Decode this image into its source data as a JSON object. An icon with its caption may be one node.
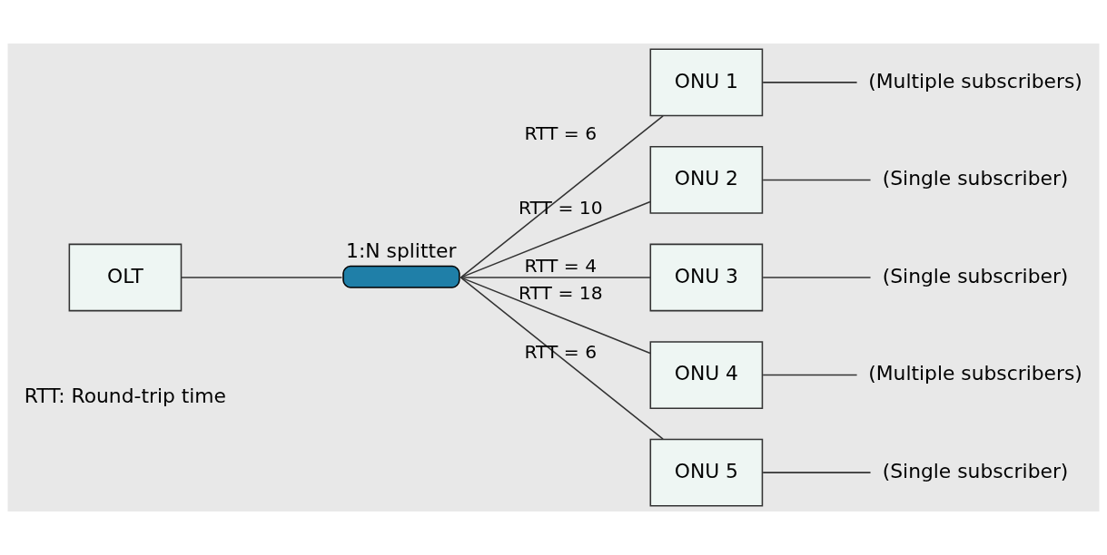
{
  "diagram": {
    "nodes": [
      {
        "text": [
          "OLT"
        ]
      },
      {
        "text": [],
        "shape": "capsule",
        "beside": [
          "1:N splitter"
        ]
      },
      {
        "text": [
          "ONU 1"
        ]
      },
      {
        "text": [
          "ONU 2"
        ]
      },
      {
        "text": [
          "ONU 3"
        ]
      },
      {
        "text": [
          "ONU 4"
        ]
      },
      {
        "text": [
          "ONU 5"
        ]
      },
      {
        "text": [
          "(Multiple subscribers)"
        ]
      },
      {
        "text": [
          "(Single subscriber)"
        ]
      },
      {
        "text": [
          "(Single subscriber)"
        ]
      },
      {
        "text": [
          "(Multiple subscribers)"
        ]
      },
      {
        "text": [
          "(Single subscriber)"
        ]
      }
    ],
    "edges": [
      {
        "from": 0,
        "to": 1,
        "arrow": "none"
      },
      {
        "from": 1,
        "to": 2,
        "arrow": "none",
        "label": "RTT = 6"
      },
      {
        "from": 1,
        "to": 3,
        "arrow": "none",
        "label": "RTT = 10"
      },
      {
        "from": 1,
        "to": 4,
        "arrow": "none",
        "label": "RTT = 4"
      },
      {
        "from": 1,
        "to": 5,
        "arrow": "none",
        "label": "RTT = 18"
      },
      {
        "from": 1,
        "to": 6,
        "arrow": "none",
        "label": "RTT = 6"
      },
      {
        "from": 2,
        "to": 7,
        "arrow": "none"
      },
      {
        "from": 3,
        "to": 8,
        "arrow": "none"
      },
      {
        "from": 4,
        "to": 9,
        "arrow": "none"
      },
      {
        "from": 5,
        "to": 10,
        "arrow": "none"
      },
      {
        "from": 6,
        "to": 11,
        "arrow": "none"
      }
    ],
    "labels": [
      "RTT: Round-trip time"
    ]
  }
}
